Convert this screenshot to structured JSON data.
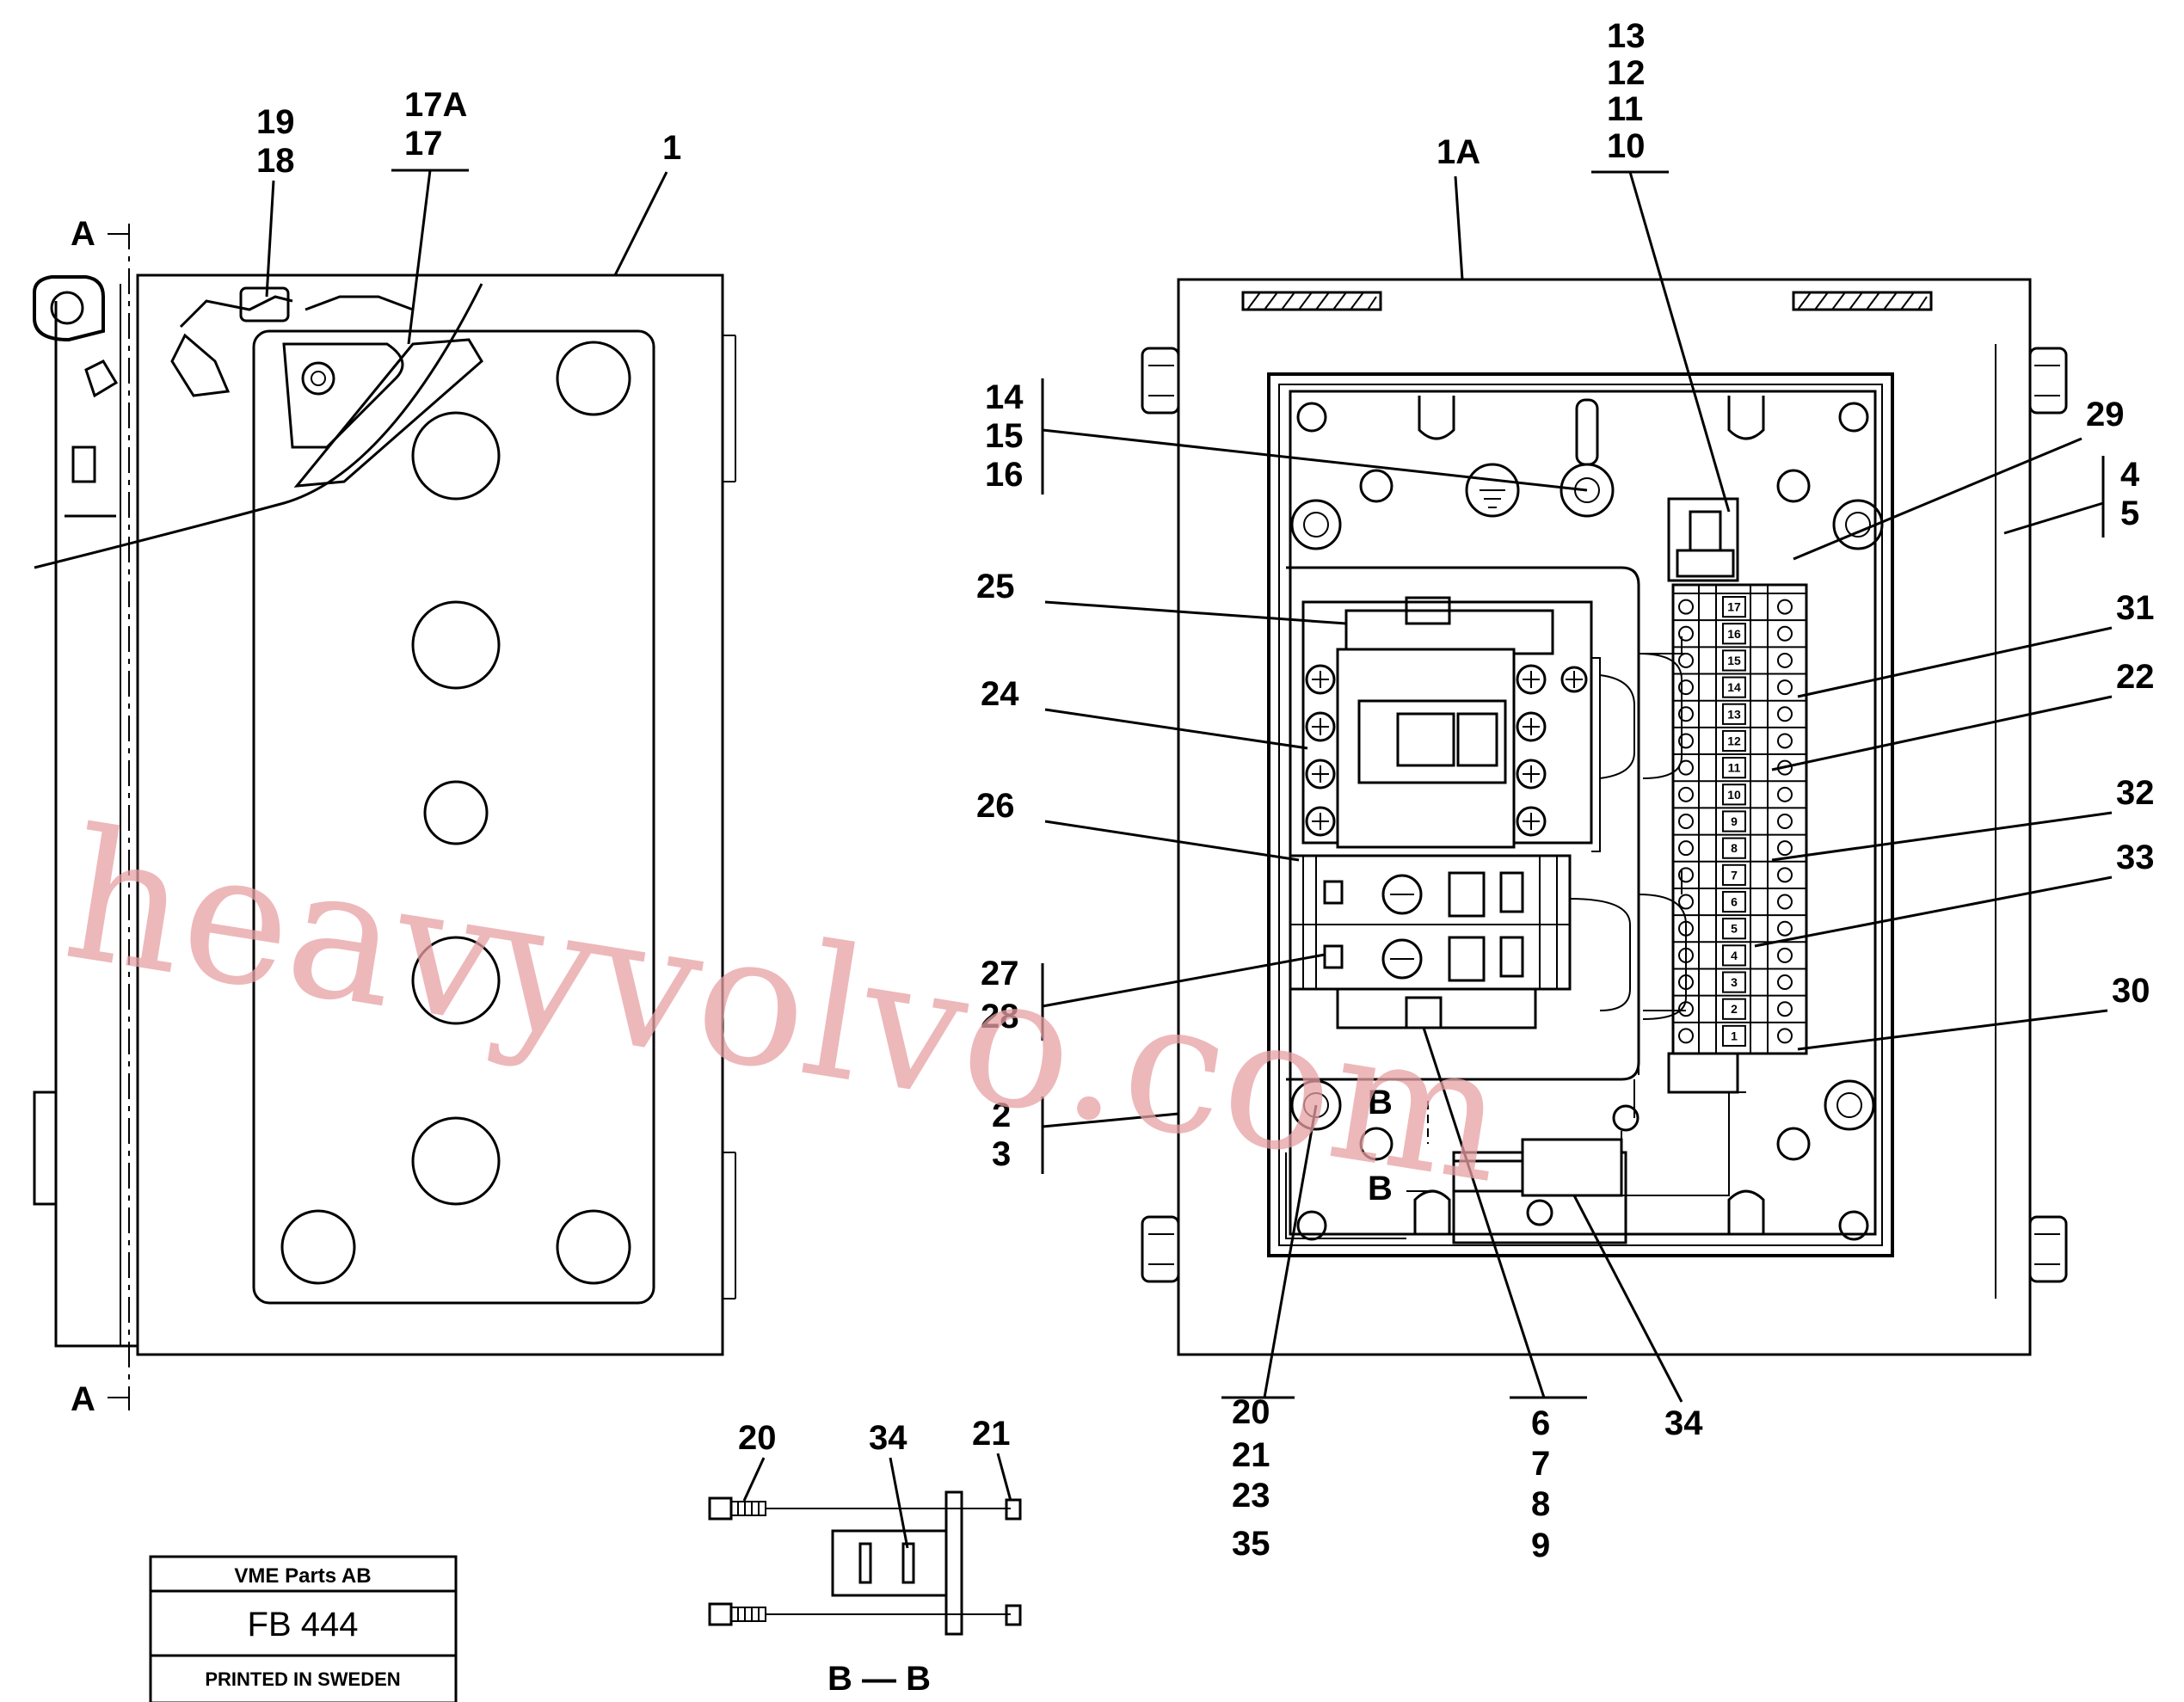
{
  "section_marks": {
    "a_top": "A",
    "a_bottom": "A",
    "b_top": "B",
    "b_bottom": "B",
    "section_title": "B — B"
  },
  "callouts": {
    "c19": "19",
    "c18": "18",
    "c17a": "17A",
    "c17": "17",
    "c1": "1",
    "c1a": "1A",
    "c13": "13",
    "c12": "12",
    "c11": "11",
    "c10": "10",
    "c14": "14",
    "c15": "15",
    "c16": "16",
    "c29": "29",
    "c4": "4",
    "c5": "5",
    "c25": "25",
    "c31": "31",
    "c24": "24",
    "c22": "22",
    "c26": "26",
    "c32": "32",
    "c33": "33",
    "c27": "27",
    "c28": "28",
    "c30": "30",
    "c2": "2",
    "c3": "3",
    "c20": "20",
    "c21": "21",
    "c23": "23",
    "c35": "35",
    "c6": "6",
    "c7": "7",
    "c8": "8",
    "c9": "9",
    "c34": "34",
    "bb20": "20",
    "bb34": "34",
    "bb21": "21"
  },
  "terminal_numbers": [
    "1",
    "2",
    "3",
    "4",
    "5",
    "6",
    "7",
    "8",
    "9",
    "10",
    "11",
    "12",
    "13",
    "14",
    "15",
    "16",
    "17"
  ],
  "title_block": {
    "company": "VME Parts AB",
    "code": "FB 444",
    "printed": "PRINTED IN SWEDEN"
  },
  "watermark": "heavyvolvo.com",
  "colors": {
    "watermark": "#e7a1a4",
    "line": "#000000"
  }
}
